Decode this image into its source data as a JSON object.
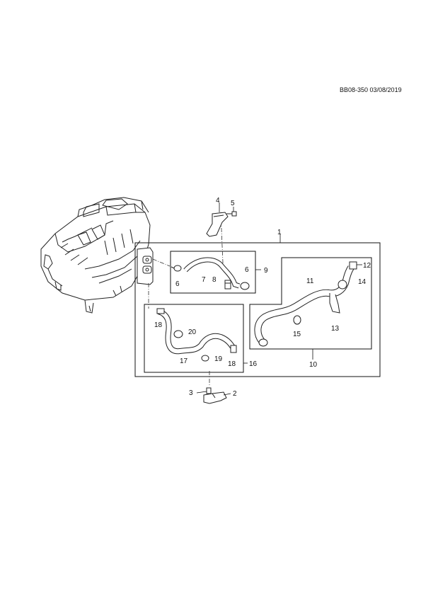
{
  "header": {
    "ref": "BB08-350 03/08/2019"
  },
  "callouts": {
    "n1": "1",
    "n2": "2",
    "n3": "3",
    "n4": "4",
    "n5": "5",
    "n6a": "6",
    "n6b": "6",
    "n7": "7",
    "n8": "8",
    "n9": "9",
    "n10": "10",
    "n11": "11",
    "n12": "12",
    "n13": "13",
    "n14": "14",
    "n15": "15",
    "n16": "16",
    "n17": "17",
    "n18a": "18",
    "n18b": "18",
    "n19": "19",
    "n20": "20"
  }
}
